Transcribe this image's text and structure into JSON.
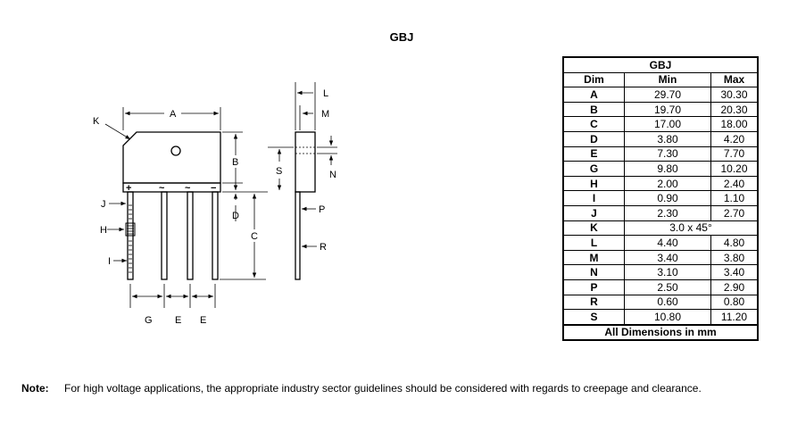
{
  "title": "GBJ",
  "drawing_labels": {
    "A": "A",
    "B": "B",
    "C": "C",
    "D": "D",
    "E1": "E",
    "E2": "E",
    "G": "G",
    "H": "H",
    "I": "I",
    "J": "J",
    "K": "K",
    "L": "L",
    "M": "M",
    "N": "N",
    "P": "P",
    "R": "R",
    "S": "S",
    "plus": "+",
    "tilde1": "~",
    "tilde2": "~",
    "minus": "−"
  },
  "table": {
    "package": "GBJ",
    "headers": {
      "dim": "Dim",
      "min": "Min",
      "max": "Max"
    },
    "rows": [
      {
        "dim": "A",
        "min": "29.70",
        "max": "30.30"
      },
      {
        "dim": "B",
        "min": "19.70",
        "max": "20.30"
      },
      {
        "dim": "C",
        "min": "17.00",
        "max": "18.00"
      },
      {
        "dim": "D",
        "min": "3.80",
        "max": "4.20"
      },
      {
        "dim": "E",
        "min": "7.30",
        "max": "7.70"
      },
      {
        "dim": "G",
        "min": "9.80",
        "max": "10.20"
      },
      {
        "dim": "H",
        "min": "2.00",
        "max": "2.40"
      },
      {
        "dim": "I",
        "min": "0.90",
        "max": "1.10"
      },
      {
        "dim": "J",
        "min": "2.30",
        "max": "2.70"
      },
      {
        "dim": "K",
        "span": "3.0 x 45°"
      },
      {
        "dim": "L",
        "min": "4.40",
        "max": "4.80"
      },
      {
        "dim": "M",
        "min": "3.40",
        "max": "3.80"
      },
      {
        "dim": "N",
        "min": "3.10",
        "max": "3.40"
      },
      {
        "dim": "P",
        "min": "2.50",
        "max": "2.90"
      },
      {
        "dim": "R",
        "min": "0.60",
        "max": "0.80"
      },
      {
        "dim": "S",
        "min": "10.80",
        "max": "11.20"
      }
    ],
    "footer": "All Dimensions in mm"
  },
  "note": {
    "label": "Note:",
    "text": "For high voltage applications, the appropriate industry sector guidelines should be considered with regards to creepage and clearance."
  }
}
